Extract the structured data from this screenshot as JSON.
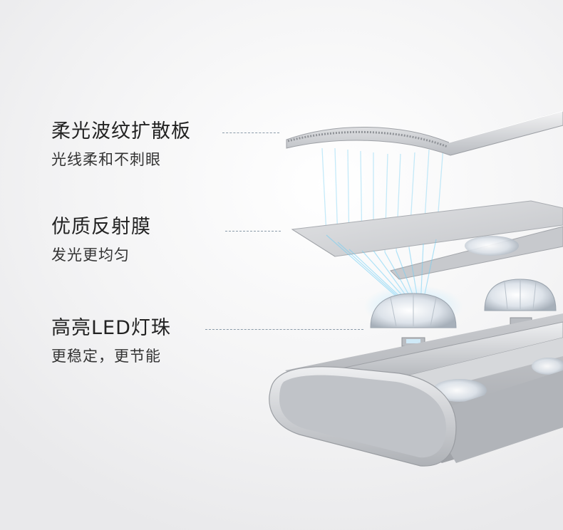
{
  "features": [
    {
      "title": "柔光波纹扩散板",
      "subtitle": "光线柔和不刺眼"
    },
    {
      "title": "优质反射膜",
      "subtitle": "发光更均匀"
    },
    {
      "title": "高亮LED灯珠",
      "subtitle": "更稳定，更节能"
    }
  ],
  "colors": {
    "light_beam": "#4fc3f7",
    "aluminum": "#c4c7cc",
    "text_dark": "#222222"
  }
}
